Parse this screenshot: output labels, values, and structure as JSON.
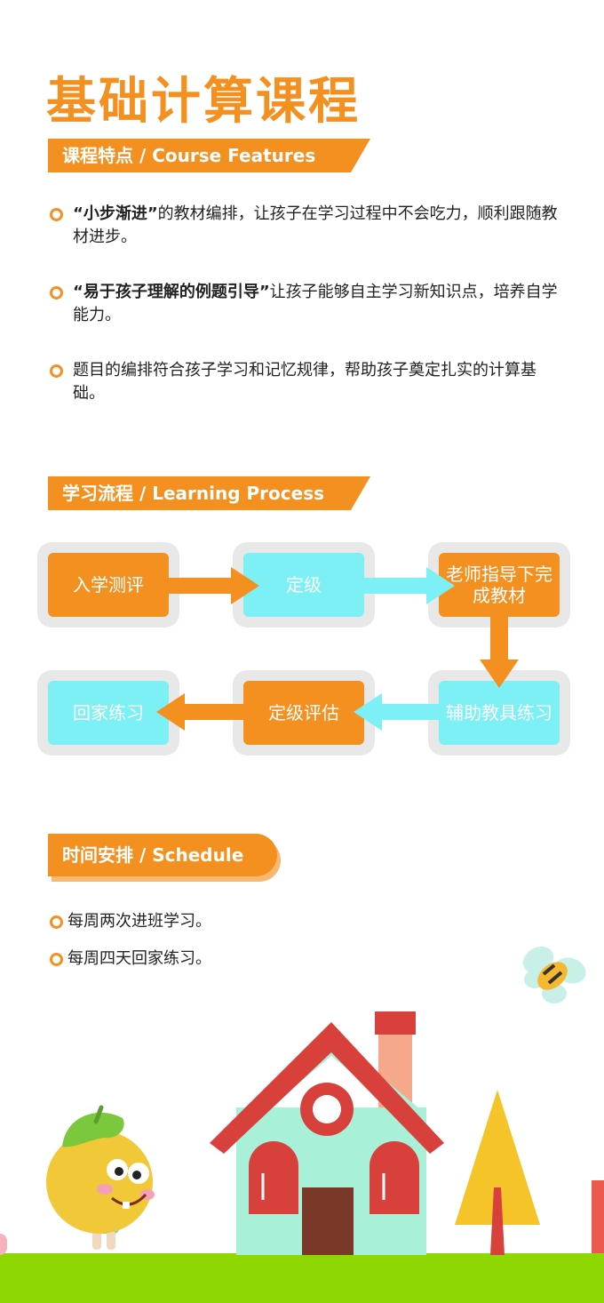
{
  "title": "基础计算课程",
  "features_section": {
    "heading": "课程特点 / Course Features",
    "items": [
      {
        "highlight": "“小步渐进”",
        "text": "的教材编排，让孩子在学习过程中不会吃力，顺利跟随教材进步。"
      },
      {
        "highlight": "“易于孩子理解的例题引导”",
        "text": "让孩子能够自主学习新知识点，培养自学能力。"
      },
      {
        "highlight": "",
        "text": "题目的编排符合孩子学习和记忆规律，帮助孩子奠定扎实的计算基础。"
      }
    ]
  },
  "process_section": {
    "heading": "学习流程 / Learning Process",
    "steps": [
      "入学测评",
      "定级",
      "老师指导下完成教材",
      "辅助教具练习",
      "定级评估",
      "回家练习"
    ]
  },
  "schedule_section": {
    "heading": "时间安排 / Schedule",
    "items": [
      "每周两次进班学习。",
      "每周四天回家练习。"
    ]
  },
  "colors": {
    "accent": "#f39020",
    "cyan": "#7cf0f5",
    "grass": "#8ed700",
    "roof": "#d8403c",
    "house_wall": "#a8f0d8"
  },
  "icons": [
    "bullet-ring-icon",
    "arrow-right-icon",
    "arrow-down-icon",
    "arrow-left-icon",
    "bee-icon",
    "mascot-icon",
    "house-icon",
    "tree-icon"
  ]
}
